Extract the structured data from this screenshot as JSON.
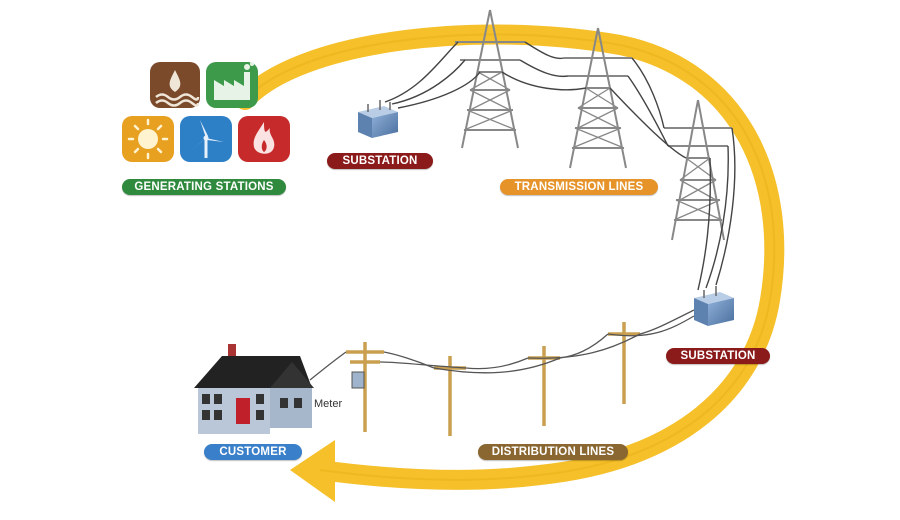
{
  "labels": {
    "generating_stations": "GENERATING STATIONS",
    "substation_top": "SUBSTATION",
    "transmission_lines": "TRANSMISSION LINES",
    "substation_bottom": "SUBSTATION",
    "distribution_lines": "DISTRIBUTION LINES",
    "customer": "CUSTOMER",
    "meter": "Meter"
  },
  "icons": [
    {
      "name": "hydro-icon",
      "color": "#7a4a2a"
    },
    {
      "name": "factory-icon",
      "color": "#3d9a4a"
    },
    {
      "name": "solar-icon",
      "color": "#e8a020"
    },
    {
      "name": "wind-icon",
      "color": "#2d7fc6"
    },
    {
      "name": "fire-icon",
      "color": "#c62a2a"
    }
  ],
  "colors": {
    "arrow": "#f5c02a",
    "generating": "#2f8a3e",
    "substation": "#8b1a1a",
    "transmission": "#e6932a",
    "distribution": "#8a6630",
    "customer": "#3a7fc9"
  }
}
